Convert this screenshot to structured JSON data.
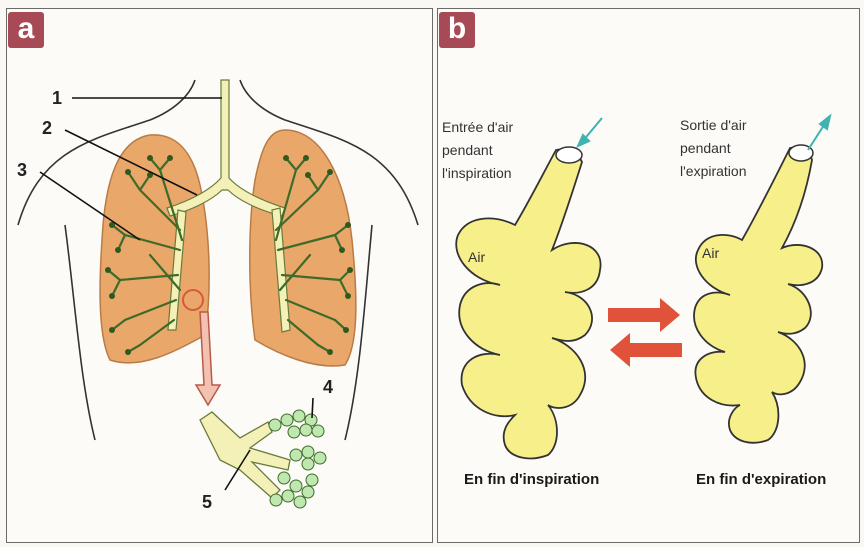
{
  "panel_a": {
    "tag": "a",
    "labels": [
      "1",
      "2",
      "3",
      "4",
      "5"
    ]
  },
  "panel_b": {
    "tag": "b",
    "left": {
      "note_lines": [
        "Entrée d'air",
        "pendant",
        "l'inspiration"
      ],
      "air_label": "Air",
      "caption": "En fin d'inspiration"
    },
    "right": {
      "note_lines": [
        "Sortie d'air",
        "pendant",
        "l'expiration"
      ],
      "air_label": "Air",
      "caption": "En fin d'expiration"
    }
  },
  "colors": {
    "tag_bg": "#a84a55",
    "lung_fill": "#e9a76a",
    "bronchi_fill": "#f4f1b8",
    "alveoli_fill": "#f7ef8a",
    "arrow_red": "#e0523a",
    "arrow_teal": "#3fb3b0"
  }
}
